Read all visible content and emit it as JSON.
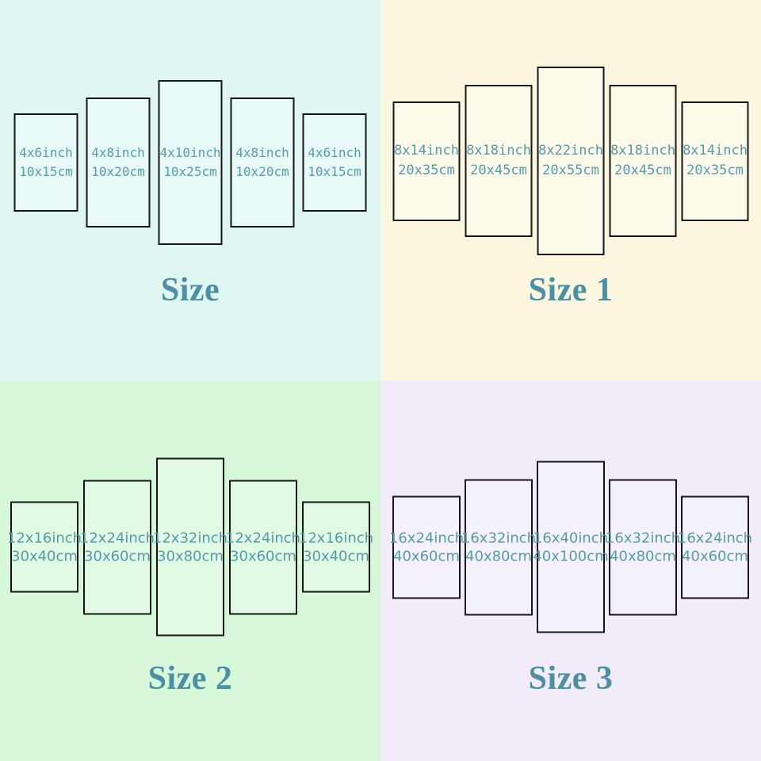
{
  "quadrants": [
    {
      "title": "Size",
      "panels": [
        {
          "inch": "4x6inch",
          "cm": "10x15cm"
        },
        {
          "inch": "4x8inch",
          "cm": "10x20cm"
        },
        {
          "inch": "4x10inch",
          "cm": "10x25cm"
        },
        {
          "inch": "4x8inch",
          "cm": "10x20cm"
        },
        {
          "inch": "4x6inch",
          "cm": "10x15cm"
        }
      ]
    },
    {
      "title": "Size 1",
      "panels": [
        {
          "inch": "8x14inch",
          "cm": "20x35cm"
        },
        {
          "inch": "8x18inch",
          "cm": "20x45cm"
        },
        {
          "inch": "8x22inch",
          "cm": "20x55cm"
        },
        {
          "inch": "8x18inch",
          "cm": "20x45cm"
        },
        {
          "inch": "8x14inch",
          "cm": "20x35cm"
        }
      ]
    },
    {
      "title": "Size 2",
      "panels": [
        {
          "inch": "12x16inch",
          "cm": "30x40cm"
        },
        {
          "inch": "12x24inch",
          "cm": "30x60cm"
        },
        {
          "inch": "12x32inch",
          "cm": "30x80cm"
        },
        {
          "inch": "12x24inch",
          "cm": "30x60cm"
        },
        {
          "inch": "12x16inch",
          "cm": "30x40cm"
        }
      ]
    },
    {
      "title": "Size 3",
      "panels": [
        {
          "inch": "16x24inch",
          "cm": "40x60cm"
        },
        {
          "inch": "16x32inch",
          "cm": "40x80cm"
        },
        {
          "inch": "16x40inch",
          "cm": "40x100cm"
        },
        {
          "inch": "16x32inch",
          "cm": "40x80cm"
        },
        {
          "inch": "16x24inch",
          "cm": "40x60cm"
        }
      ]
    }
  ],
  "css_vars": {
    "q0-bg": "#dff6f2",
    "q0-fill": "#e8faf7",
    "q1-bg": "#fbf7df",
    "q1-fill": "#fdfaea",
    "q2-bg": "#d8f8da",
    "q2-fill": "#e1fae3",
    "q3-bg": "#f1ecf7",
    "q3-fill": "#f5f1fa",
    "panel-text": "#549cab",
    "title-text": "#4b90a4",
    "panel-border": "#161616"
  }
}
